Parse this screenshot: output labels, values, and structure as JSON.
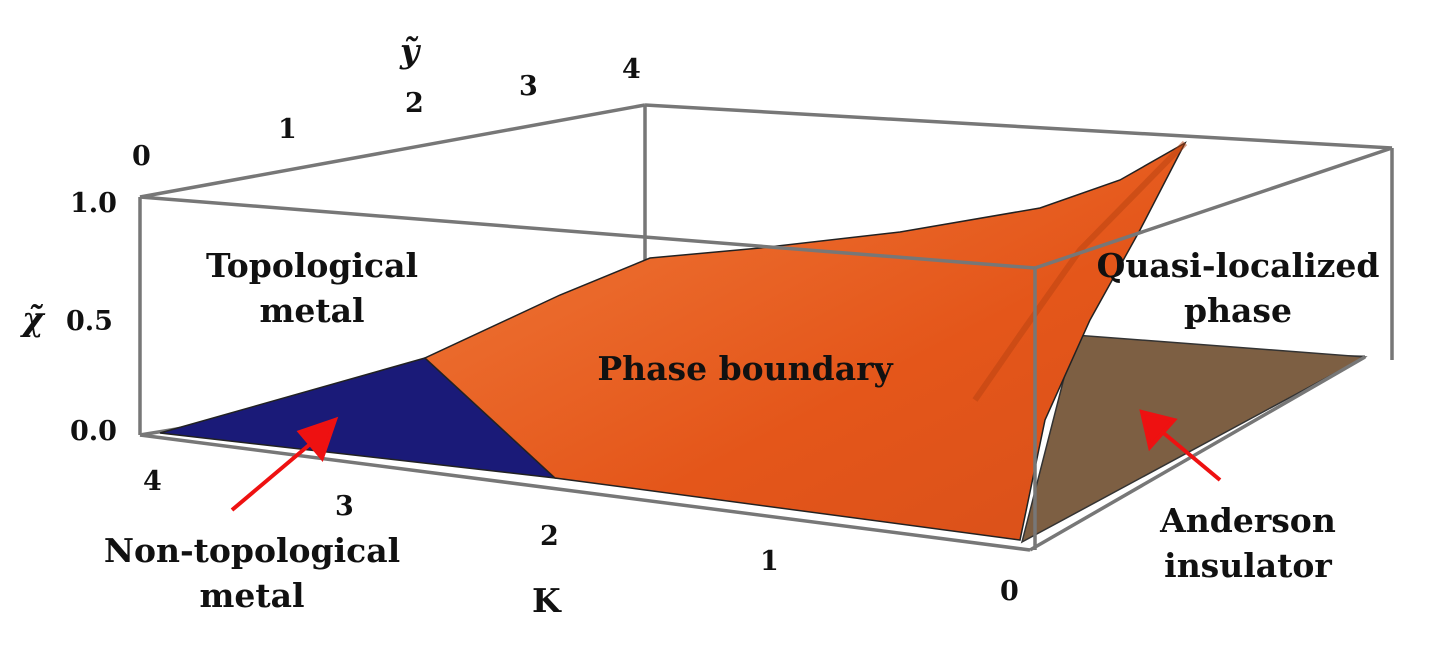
{
  "chart_data": {
    "type": "surface",
    "title": "",
    "axes": {
      "K": {
        "label": "K",
        "ticks": [
          "0",
          "1",
          "2",
          "3",
          "4"
        ],
        "range": [
          0,
          4
        ]
      },
      "y": {
        "label": "ỹ",
        "ticks": [
          "0",
          "1",
          "2",
          "3",
          "4"
        ],
        "range": [
          0,
          4
        ]
      },
      "chi": {
        "label": "χ̃",
        "ticks": [
          "0.0",
          "0.5",
          "1.0"
        ],
        "range": [
          0,
          1.0
        ]
      }
    },
    "surfaces": [
      {
        "name": "Phase boundary",
        "color": "#e8581a"
      },
      {
        "name": "Non-topological metal region",
        "color": "#1a1a78"
      },
      {
        "name": "Anderson insulator region",
        "color": "#7d5f43"
      }
    ],
    "annotations": {
      "topological_line1": "Topological",
      "topological_line2": "metal",
      "quasi_line1": "Quasi-localized",
      "quasi_line2": "phase",
      "boundary": "Phase boundary",
      "nontop_line1": "Non-topological",
      "nontop_line2": "metal",
      "anderson_line1": "Anderson",
      "anderson_line2": "insulator"
    },
    "arrow_color": "#ee1111"
  }
}
